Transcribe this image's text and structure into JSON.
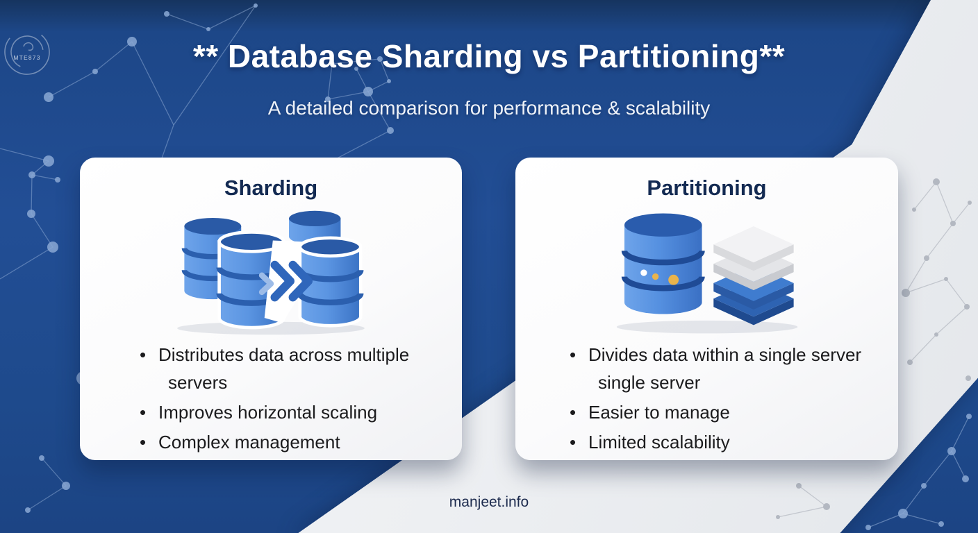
{
  "page": {
    "logo_text": "MTE873",
    "title": "** Database Sharding vs Partitioning**",
    "subtitle": "A detailed comparison for performance & scalability",
    "footer_text": "manjeet.info",
    "bullet_char": "•"
  },
  "cards": [
    {
      "title": "Sharding",
      "illustration": "multiple-database-shards-with-arrows",
      "bullets": [
        {
          "line1": "Distributes data across multiple",
          "line2": "servers"
        },
        {
          "line1": "Improves horizontal scaling"
        },
        {
          "line1": "Complex management"
        }
      ]
    },
    {
      "title": "Partitioning",
      "illustration": "database-with-partition-layers",
      "bullets": [
        {
          "line1": "Divides data within a single server",
          "line2": "single server"
        },
        {
          "line1": "Easier to manage"
        },
        {
          "line1": "Limited scalability"
        }
      ]
    }
  ],
  "colors": {
    "background_blue": "#1e4a8c",
    "panel_light": "#eef0f3",
    "card_white": "#ffffff",
    "heading_navy": "#13254a",
    "body_text": "#1b1b1d",
    "database_body_blue": "#4c85d6",
    "database_top_blue": "#2a5cad",
    "partition_layer_blue": "#3f7ccf",
    "partition_layer_gray": "#e9eaec",
    "dot_yellow": "#e9b44c"
  }
}
